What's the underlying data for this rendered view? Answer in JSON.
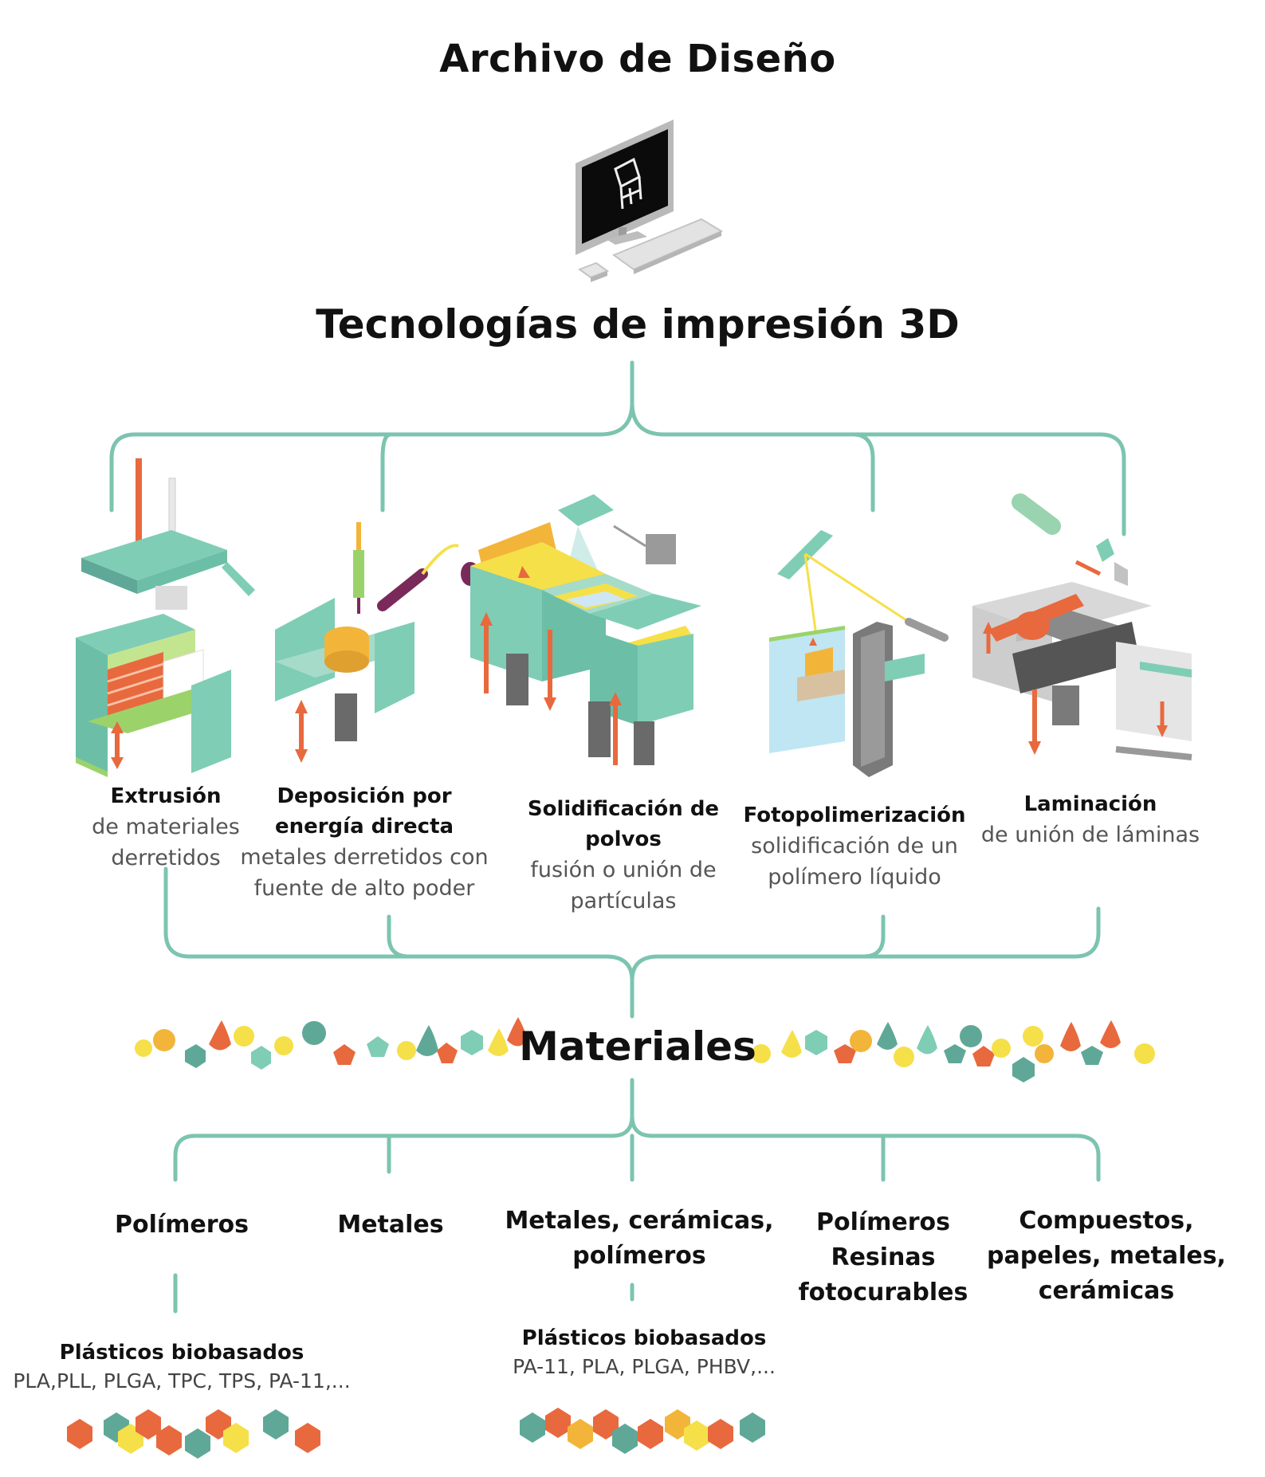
{
  "title": "Archivo de Diseño",
  "technologies_heading": "Tecnologías de impresión 3D",
  "materials_heading": "Materiales",
  "technologies": [
    {
      "name_lines": [
        "Extrusión"
      ],
      "desc_lines": [
        "de materiales",
        "derretidos"
      ]
    },
    {
      "name_lines": [
        "Deposición por",
        "energía directa"
      ],
      "desc_lines": [
        "metales derretidos con",
        "fuente de alto poder"
      ]
    },
    {
      "name_lines": [
        "Solidificación de",
        "polvos"
      ],
      "desc_lines": [
        "fusión o unión de",
        "partículas"
      ]
    },
    {
      "name_lines": [
        "Fotopolimerización"
      ],
      "desc_lines": [
        "solidificación de un",
        "polímero líquido"
      ]
    },
    {
      "name_lines": [
        "Laminación"
      ],
      "desc_lines": [
        "de unión de láminas"
      ]
    }
  ],
  "materials": [
    {
      "lines": [
        "Polímeros"
      ]
    },
    {
      "lines": [
        "Metales"
      ]
    },
    {
      "lines": [
        "Metales, cerámicas,",
        "polímeros"
      ]
    },
    {
      "lines": [
        "Polímeros",
        "Resinas",
        "fotocurables"
      ]
    },
    {
      "lines": [
        "Compuestos,",
        "papeles, metales,",
        "cerámicas"
      ]
    }
  ],
  "biobased": [
    {
      "title": "Plásticos biobasados",
      "list": "PLA,PLL, PLGA, TPC, TPS, PA-11,..."
    },
    {
      "title": "Plásticos biobasados",
      "list": "PA-11, PLA, PLGA, PHBV,..."
    }
  ],
  "colors": {
    "line": "#7cc4b0",
    "teal": "#7fcdb5",
    "teal_dark": "#5fa898",
    "yellow": "#f5e04a",
    "orange": "#e8693e",
    "gold": "#f2b53a",
    "gray": "#9a9a9a",
    "dark_gray": "#555555",
    "green_line": "#9bd36a"
  }
}
